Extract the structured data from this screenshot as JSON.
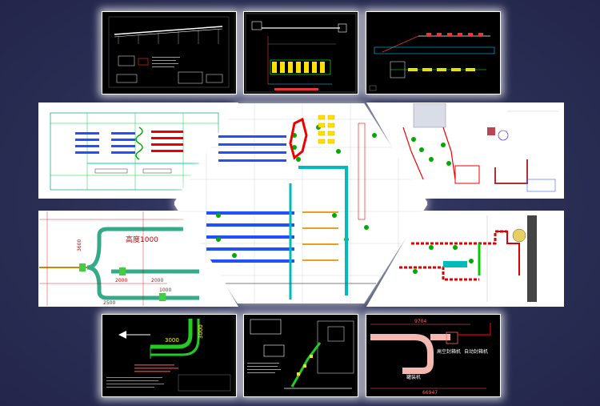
{
  "panels": {
    "top_left": {
      "style": "dark"
    },
    "top_center": {
      "style": "dark"
    },
    "top_right": {
      "style": "dark"
    },
    "mid_left_top": {
      "style": "light"
    },
    "mid_right_top": {
      "style": "light"
    },
    "center_hex": {
      "style": "light"
    },
    "mid_left_bottom": {
      "style": "light",
      "labels": {
        "height": "高度1000",
        "d1": "3600",
        "d2": "2000",
        "d3": "2000",
        "d4": "1000",
        "d5": "2500"
      }
    },
    "mid_right_bottom": {
      "style": "light"
    },
    "bottom_left": {
      "style": "dark",
      "labels": {
        "len": "3000",
        "len2": "3000"
      }
    },
    "bottom_center": {
      "style": "dark"
    },
    "bottom_right": {
      "style": "dark",
      "labels": {
        "w1": "9704",
        "w2": "66947",
        "m1": "高空封箱机",
        "m2": "自动封箱机",
        "m3": "罐装机"
      }
    }
  },
  "colors": {
    "background": "#2b2f55",
    "glow": "#ffffff",
    "cad_green": "#00c000",
    "cad_red": "#e00000",
    "cad_blue": "#2050ff",
    "cad_cyan": "#00c8c8"
  }
}
